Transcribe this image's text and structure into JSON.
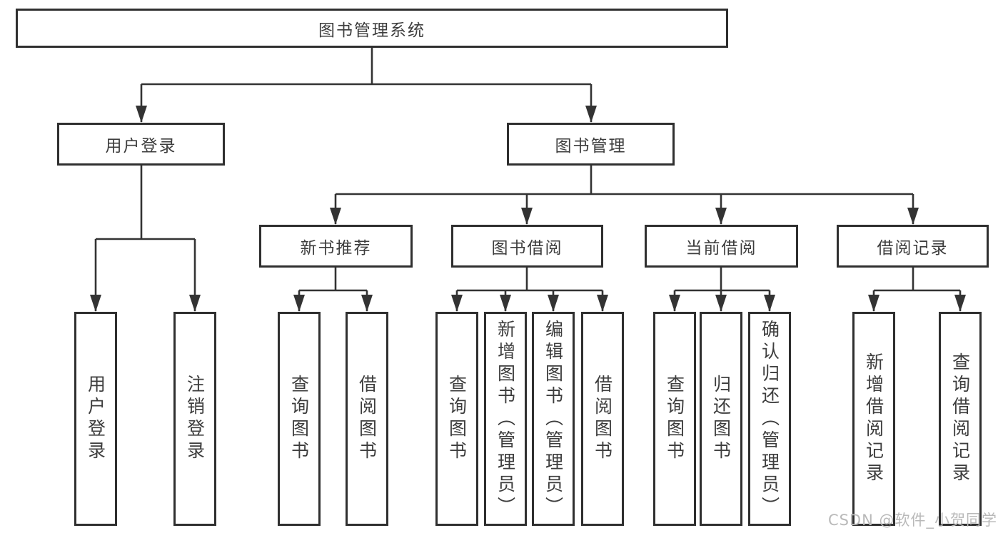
{
  "page": {
    "watermark": "CSDN @软件_小贺同学"
  },
  "colors": {
    "line": "#333333",
    "border": "#2f2f2f",
    "text": "#3d3d3d",
    "watermark": "#b9b9b9",
    "background": "#ffffff"
  },
  "tree": {
    "root": {
      "label": "图书管理系统"
    },
    "branches": [
      {
        "label": "用户登录",
        "children": [
          {
            "label": "用户登录"
          },
          {
            "label": "注销登录"
          }
        ]
      },
      {
        "label": "图书管理",
        "children": [
          {
            "label": "新书推荐",
            "children": [
              {
                "label": "查询图书"
              },
              {
                "label": "借阅图书"
              }
            ]
          },
          {
            "label": "图书借阅",
            "children": [
              {
                "label": "查询图书"
              },
              {
                "label": "新增图书（管理员）"
              },
              {
                "label": "编辑图书（管理员）"
              },
              {
                "label": "借阅图书"
              }
            ]
          },
          {
            "label": "当前借阅",
            "children": [
              {
                "label": "查询图书"
              },
              {
                "label": "归还图书"
              },
              {
                "label": "确认归还（管理员）"
              }
            ]
          },
          {
            "label": "借阅记录",
            "children": [
              {
                "label": "新增借阅记录"
              },
              {
                "label": "查询借阅记录"
              }
            ]
          }
        ]
      }
    ]
  }
}
